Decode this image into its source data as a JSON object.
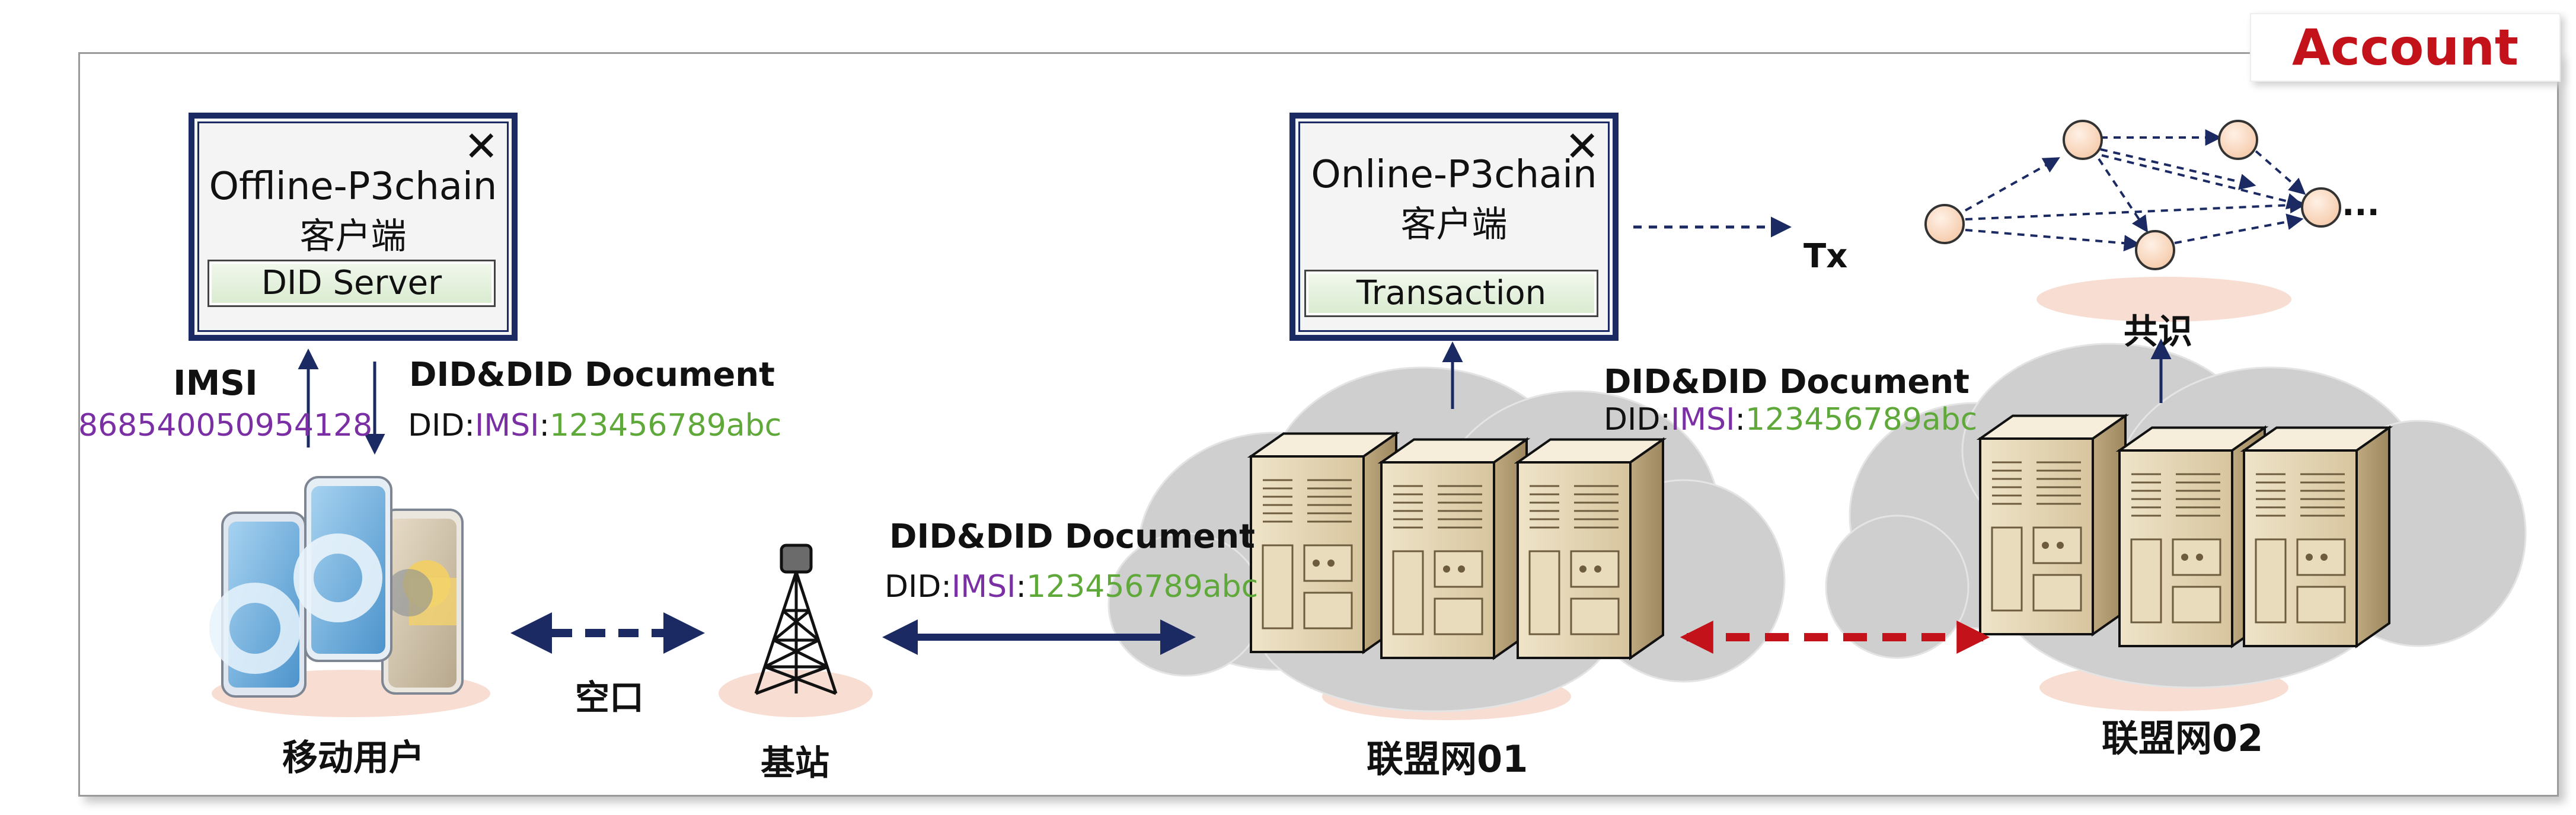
{
  "account_label": "Account",
  "offline_client": {
    "title": "Offline-P3chain",
    "subtitle": "客户端",
    "button": "DID Server",
    "close": "✕"
  },
  "online_client": {
    "title": "Online-P3chain",
    "subtitle": "客户端",
    "button": "Transaction",
    "close": "✕"
  },
  "imsi": {
    "label": "IMSI",
    "value": "868540050954128"
  },
  "did_blocks": [
    {
      "title": "DID&DID Document",
      "prefix": "DID:",
      "mid": "IMSI",
      "sep": ":",
      "id": "123456789abc"
    },
    {
      "title": "DID&DID Document",
      "prefix": "DID:",
      "mid": "IMSI",
      "sep": ":",
      "id": "123456789abc"
    },
    {
      "title": "DID&DID Document",
      "prefix": "DID:",
      "mid": "IMSI",
      "sep": ":",
      "id": "123456789abc"
    }
  ],
  "labels": {
    "mobile_user": "移动用户",
    "air_interface": "空口",
    "base_station": "基站",
    "alliance_01": "联盟网01",
    "alliance_02": "联盟网02",
    "tx": "Tx",
    "consensus": "共识",
    "ellipsis": "..."
  },
  "colors": {
    "navy": "#1b2a63",
    "red_arrow": "#c4121b",
    "purple": "#7b2fa5",
    "green": "#5fa83a",
    "node_fill": "#f9dcc7",
    "shadow_pink": "#f8ddd2"
  },
  "icons": [
    "close-icon",
    "smartphone-icon",
    "antenna-tower-icon",
    "server-rack-icon",
    "cloud-icon",
    "node-icon"
  ]
}
